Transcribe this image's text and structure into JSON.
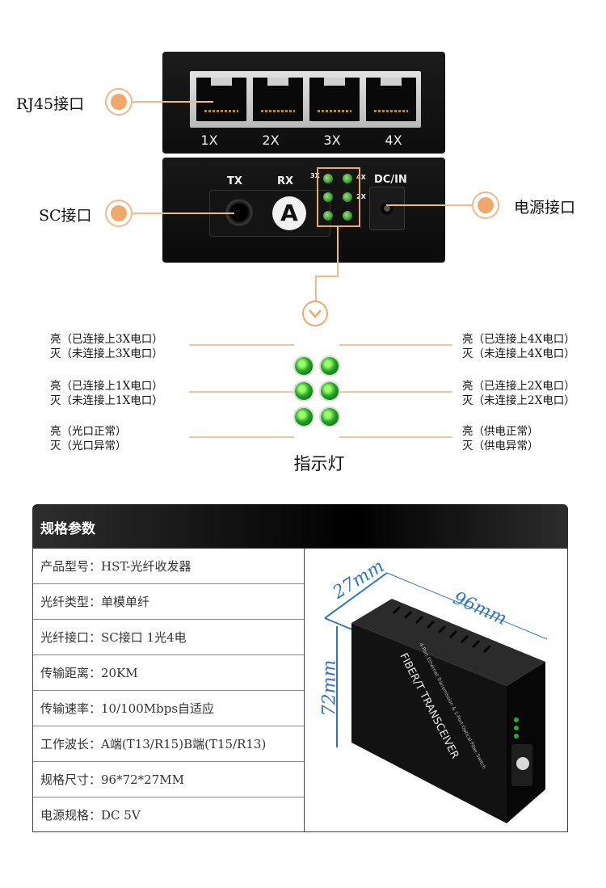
{
  "device": {
    "ports": [
      "1X",
      "2X",
      "3X",
      "4X"
    ],
    "tx_label": "TX",
    "rx_label": "RX",
    "type_badge": "A",
    "led_labels": [
      "3X",
      "4X",
      "2X"
    ],
    "dc_label": "DC/IN"
  },
  "callouts": {
    "rj45": "RJ45接口",
    "sc": "SC接口",
    "power": "电源接口"
  },
  "indicators": {
    "title": "指示灯",
    "left": [
      {
        "on": "亮（已连接上3X电口）",
        "off": "灭（未连接上3X电口）"
      },
      {
        "on": "亮（已连接上1X电口）",
        "off": "灭（未连接上1X电口）"
      },
      {
        "on": "亮（光口正常）",
        "off": "灭（光口异常）"
      }
    ],
    "right": [
      {
        "on": "亮（已连接上4X电口）",
        "off": "灭（未连接上4X电口）"
      },
      {
        "on": "亮（已连接上2X电口）",
        "off": "灭（未连接上2X电口）"
      },
      {
        "on": "亮（供电正常）",
        "off": "灭（供电异常）"
      }
    ]
  },
  "specs": {
    "title": "规格参数",
    "rows": [
      "产品型号：HST-光纤收发器",
      "光纤类型：单模单纤",
      "光纤接口：SC接口 1光4电",
      "传输距离：20KM",
      "传输速率：10/100Mbps自适应",
      "工作波长：A端(T13/R15)B端(T15/R13)",
      "规格尺寸：96*72*27MM",
      "电源规格：DC 5V"
    ]
  },
  "photo": {
    "dim_depth": "27mm",
    "dim_length": "96mm",
    "dim_height": "72mm",
    "product_name": "FIBER/T TRANSCEIVER",
    "product_subtitle": "4-Port Ethernet Transmission & 1-Port Optical Fiber Switch"
  },
  "colors": {
    "accent": "#f0a96c",
    "led_green": "#2aa82a",
    "dimension_blue": "#2f74bf",
    "header_black": "#000000"
  }
}
